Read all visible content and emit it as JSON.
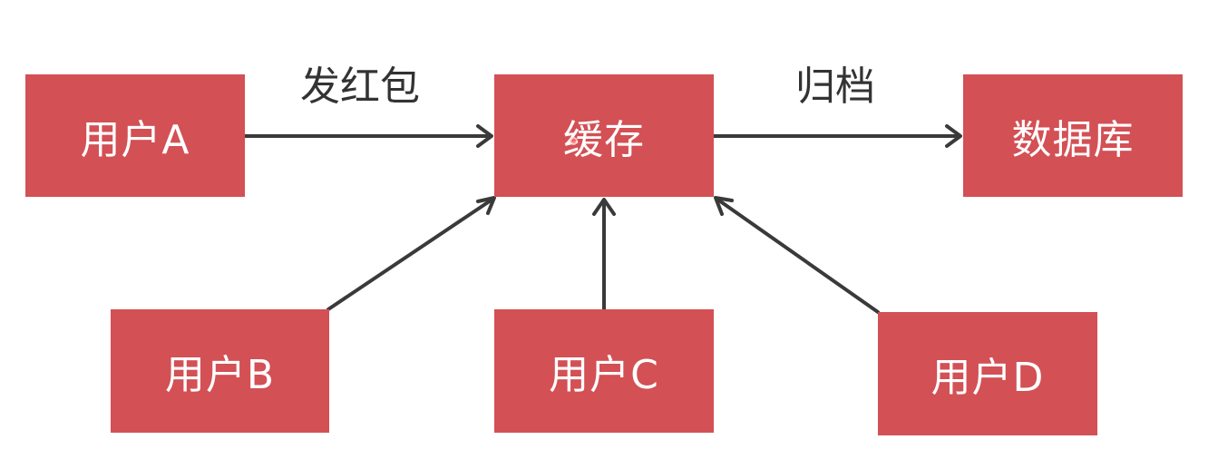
{
  "nodes": {
    "user_a": "用户A",
    "cache": "缓存",
    "database": "数据库",
    "user_b": "用户B",
    "user_c": "用户C",
    "user_d": "用户D"
  },
  "edges": {
    "send_red_packet": "发红包",
    "archive": "归档"
  },
  "colors": {
    "node_fill": "#d35055",
    "node_text": "#ffffff",
    "arrow": "#3a3a3a",
    "label_text": "#333333"
  }
}
